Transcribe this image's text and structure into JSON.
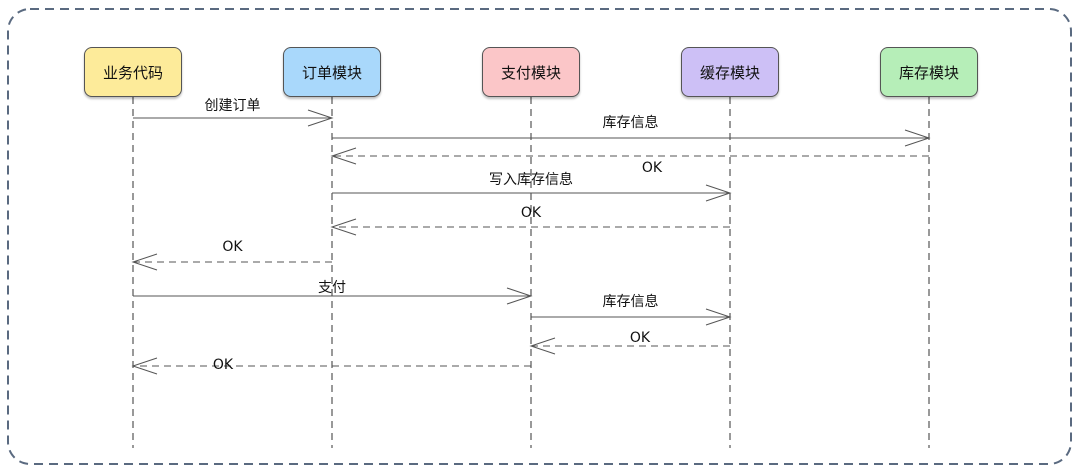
{
  "actors": [
    {
      "id": "biz",
      "label": "业务代码",
      "color": "#fdeb9a"
    },
    {
      "id": "order",
      "label": "订单模块",
      "color": "#a9d8fb"
    },
    {
      "id": "pay",
      "label": "支付模块",
      "color": "#fbc6c8"
    },
    {
      "id": "cache",
      "label": "缓存模块",
      "color": "#cdc0f6"
    },
    {
      "id": "stock",
      "label": "库存模块",
      "color": "#b6eeb8"
    }
  ],
  "messages": [
    {
      "from": 0,
      "to": 1,
      "label": "创建订单",
      "kind": "call"
    },
    {
      "from": 1,
      "to": 4,
      "label": "库存信息",
      "kind": "call"
    },
    {
      "from": 4,
      "to": 1,
      "label": "OK",
      "kind": "return"
    },
    {
      "from": 1,
      "to": 3,
      "label": "写入库存信息",
      "kind": "call"
    },
    {
      "from": 3,
      "to": 1,
      "label": "OK",
      "kind": "return"
    },
    {
      "from": 1,
      "to": 0,
      "label": "OK",
      "kind": "return"
    },
    {
      "from": 0,
      "to": 2,
      "label": "支付",
      "kind": "call"
    },
    {
      "from": 2,
      "to": 3,
      "label": "库存信息",
      "kind": "call"
    },
    {
      "from": 3,
      "to": 2,
      "label": "OK",
      "kind": "return"
    },
    {
      "from": 2,
      "to": 0,
      "label": "OK",
      "kind": "return"
    }
  ],
  "colors": {
    "frame": "#5a6a80",
    "line": "#555555",
    "lifeline": "#333333"
  }
}
